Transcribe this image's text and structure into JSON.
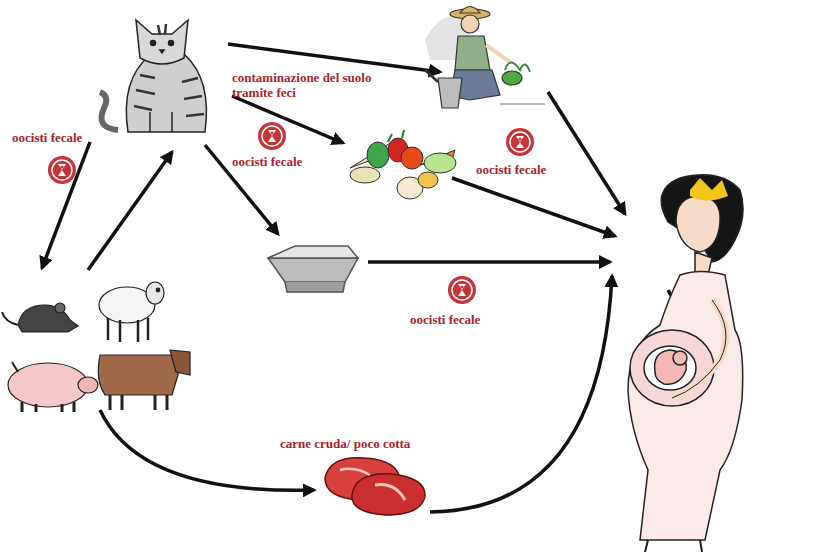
{
  "diagram": {
    "labels": [
      "oocisti fecale",
      "contaminazione del suolo tramite feci",
      "oocisti fecale",
      "oocisti fecale",
      "oocisti fecale",
      "carne cruda/ poco cotta"
    ]
  }
}
